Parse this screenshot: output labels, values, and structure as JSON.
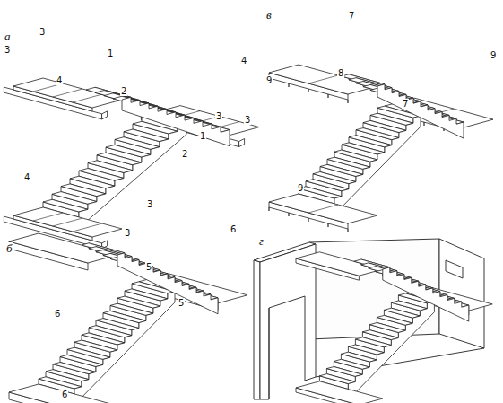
{
  "diagram": {
    "labels": [
      "а",
      "3",
      "3",
      "1",
      "4",
      "4",
      "2",
      "3",
      "3",
      "1",
      "2",
      "4",
      "3",
      "3",
      "в",
      "7",
      "9",
      "9",
      "8",
      "7",
      "9",
      "б",
      "6",
      "5",
      "5",
      "6",
      "6",
      "г"
    ]
  }
}
